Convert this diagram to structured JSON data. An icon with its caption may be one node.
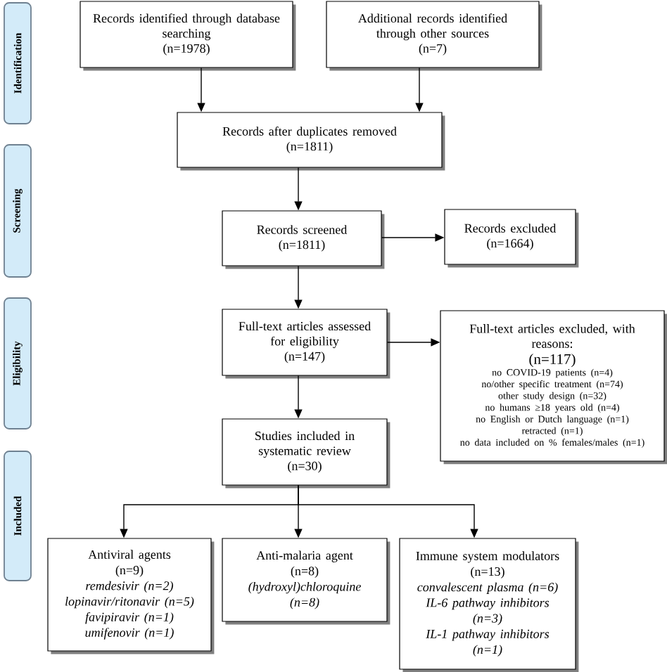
{
  "diagram": {
    "nodes": [
      {
        "text": [
          "Identification"
        ]
      },
      {
        "text": [
          "Screening"
        ]
      },
      {
        "text": [
          "Eligibility"
        ]
      },
      {
        "text": [
          "Included"
        ]
      },
      {
        "text": [
          "Records identified through database searching",
          "(n=1978)"
        ]
      },
      {
        "text": [
          "Additional records identified through other sources",
          "(n=7)"
        ]
      },
      {
        "text": [
          "Records after duplicates removed",
          "(n=1811)"
        ]
      },
      {
        "text": [
          "Records screened",
          "(n=1811)"
        ]
      },
      {
        "text": [
          "Records excluded",
          "(n=1664)"
        ]
      },
      {
        "text": [
          "Full-text articles assessed for eligibility",
          "(n=147)"
        ]
      },
      {
        "text": [
          "Full-text articles excluded, with reasons:",
          "(n=117)",
          "no COVID-19 patients (n=4)",
          "no/other specific treatment (n=74)",
          "other study design (n=32)",
          "no humans ≥18 years old (n=4)",
          "no English or Dutch language (n=1)",
          "retracted (n=1)",
          "no data included on % females/males (n=1)"
        ]
      },
      {
        "text": [
          "Studies included in systematic review",
          "(n=30)"
        ]
      },
      {
        "text": [
          "Antiviral agents",
          "(n=9)",
          "remdesivir (n=2)",
          "lopinavir/ritonavir (n=5)",
          "favipiravir (n=1)",
          "umifenovir (n=1)"
        ]
      },
      {
        "text": [
          "Anti-malaria agent",
          "(n=8)",
          "(hydroxyl)chloroquine (n=8)"
        ]
      },
      {
        "text": [
          "Immune system modulators",
          "(n=13)",
          "convalescent plasma (n=6)",
          "IL-6 pathway inhibitors (n=3)",
          "IL-1 pathway inhibitors (n=1)"
        ]
      }
    ],
    "edges": [
      {
        "from": 4,
        "to": 6,
        "arrow": "to"
      },
      {
        "from": 5,
        "to": 6,
        "arrow": "to"
      },
      {
        "from": 6,
        "to": 7,
        "arrow": "to"
      },
      {
        "from": 7,
        "to": 8,
        "arrow": "to"
      },
      {
        "from": 7,
        "to": 9,
        "arrow": "to"
      },
      {
        "from": 9,
        "to": 10,
        "arrow": "to"
      },
      {
        "from": 9,
        "to": 11,
        "arrow": "to"
      },
      {
        "from": 11,
        "to": 12,
        "arrow": "to"
      },
      {
        "from": 11,
        "to": 13,
        "arrow": "to"
      },
      {
        "from": 11,
        "to": 14,
        "arrow": "to"
      }
    ]
  }
}
